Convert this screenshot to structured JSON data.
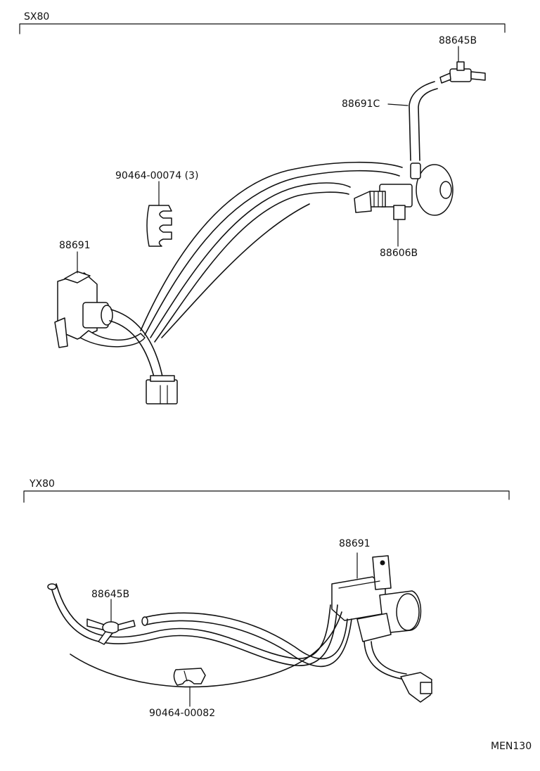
{
  "sections": {
    "top": {
      "title": "SX80"
    },
    "bottom": {
      "title": "YX80"
    }
  },
  "labels": {
    "sx_vsv": "88645B",
    "sx_hose": "88691C",
    "sx_clamp": "90464-00074 (3)",
    "sx_switch": "88691",
    "sx_valve": "88606B",
    "yx_vsv": "88691",
    "yx_tee": "88645B",
    "yx_clamp": "90464-00082"
  },
  "figure_code": "MEN130"
}
